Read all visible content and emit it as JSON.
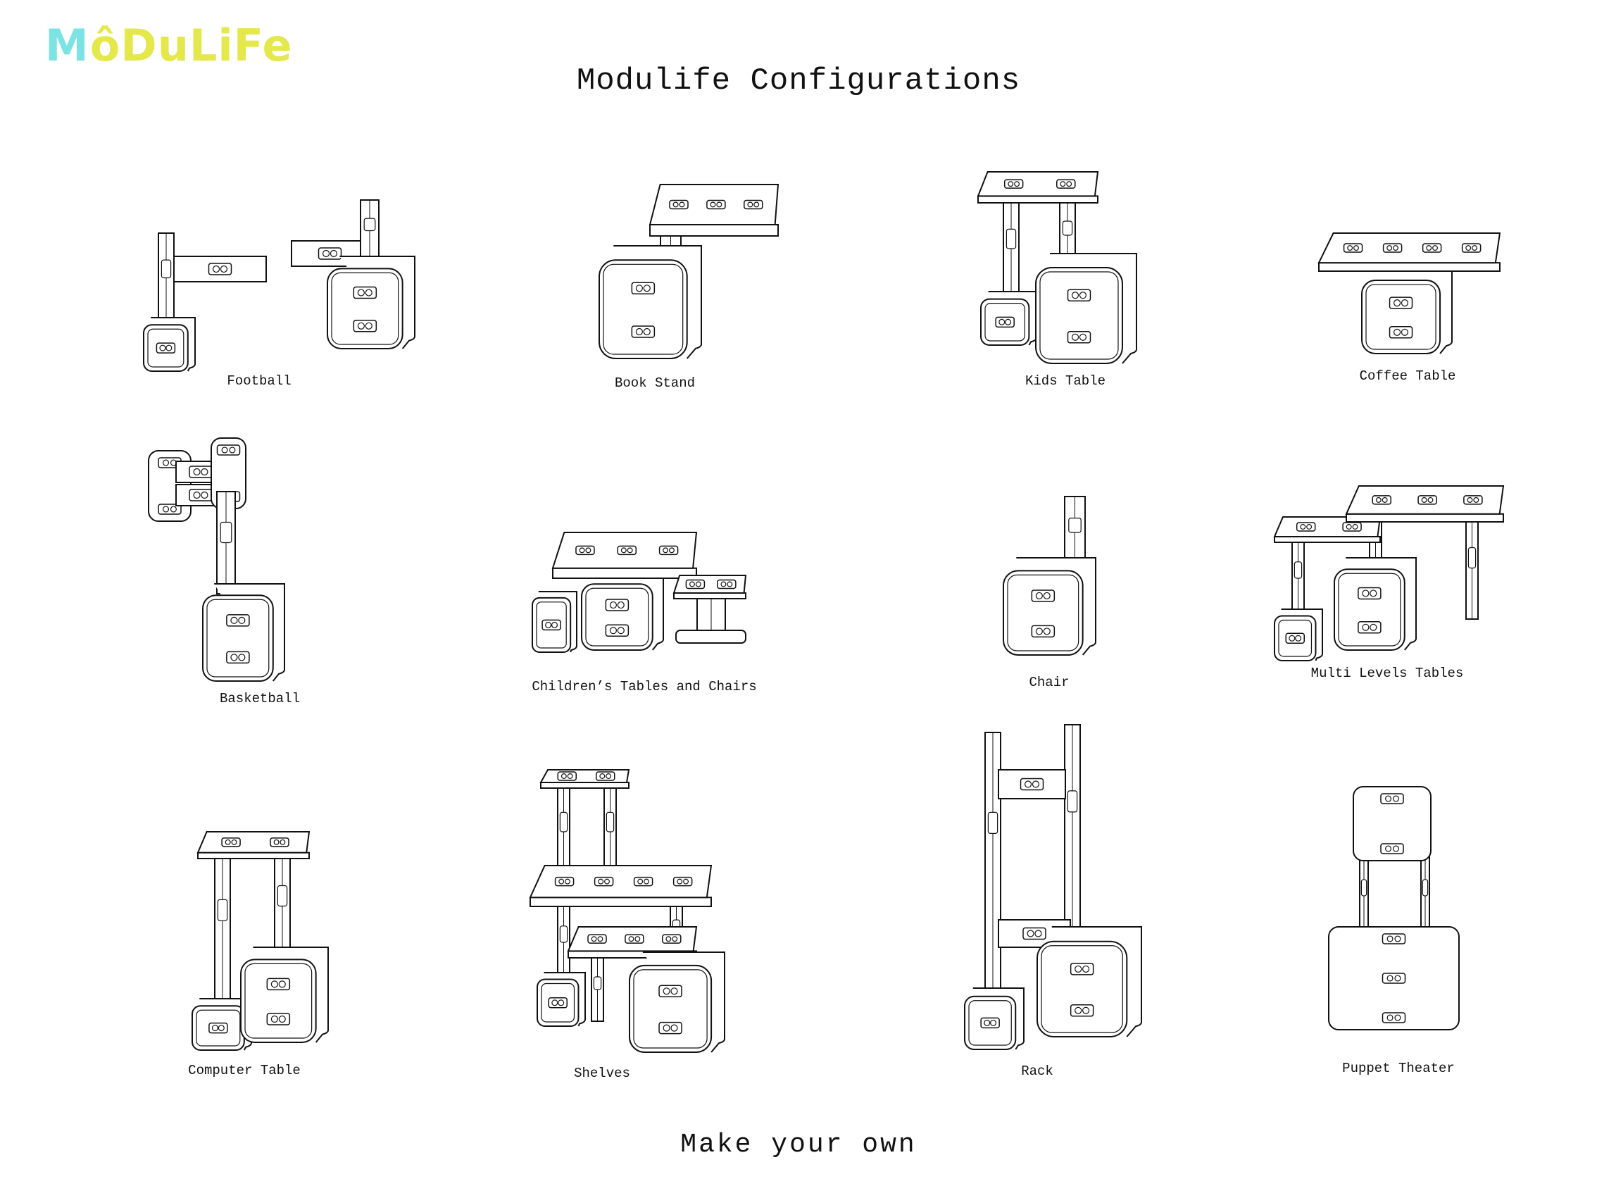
{
  "brand": {
    "logo_text": "MoDuLiFe",
    "colors": {
      "cyan": "#7ce3e3",
      "yellow": "#e4e84a"
    }
  },
  "title": "Modulife Configurations",
  "configurations": [
    {
      "label": "Football"
    },
    {
      "label": "Book Stand"
    },
    {
      "label": "Kids Table"
    },
    {
      "label": "Coffee Table"
    },
    {
      "label": "Basketball"
    },
    {
      "label": "Children’s Tables and Chairs"
    },
    {
      "label": "Chair"
    },
    {
      "label": "Multi Levels Tables"
    },
    {
      "label": "Computer Table"
    },
    {
      "label": "Shelves"
    },
    {
      "label": "Rack"
    },
    {
      "label": "Puppet Theater"
    }
  ],
  "footer": "Make your own"
}
